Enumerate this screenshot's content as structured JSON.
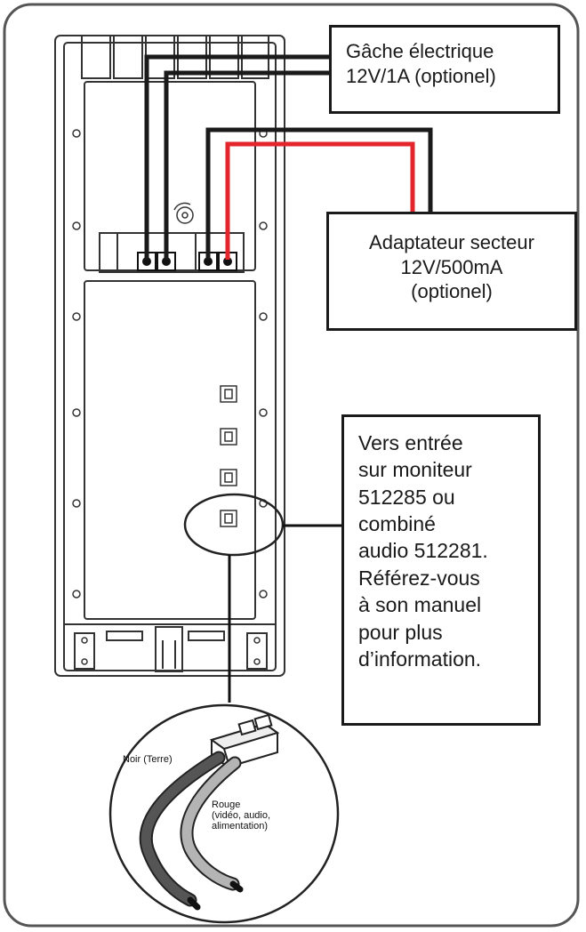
{
  "labels": {
    "strike": {
      "line1": "Gâche électrique",
      "line2": "12V/1A (optionel)"
    },
    "adapter": {
      "line1": "Adaptateur secteur",
      "line2": "12V/500mA",
      "line3": "(optionel)"
    },
    "monitor": {
      "lines": [
        "Vers entrée",
        "sur moniteur",
        "512285 ou",
        "combiné",
        "audio 512281.",
        "Référez-vous",
        "à son manuel",
        "pour plus",
        "d’information."
      ]
    },
    "connector": {
      "black_wire": "Noir (Terre)",
      "red_wire_line1": "Rouge",
      "red_wire_line2": "(vidéo, audio,",
      "red_wire_line3": "alimentation)"
    }
  },
  "colors": {
    "outline": "#1a1a1a",
    "red_wire": "#e3262b",
    "black_wire": "#1a1a1a",
    "dark_wire": "#4a4a4a",
    "grey_wire": "#a0a0a0"
  }
}
